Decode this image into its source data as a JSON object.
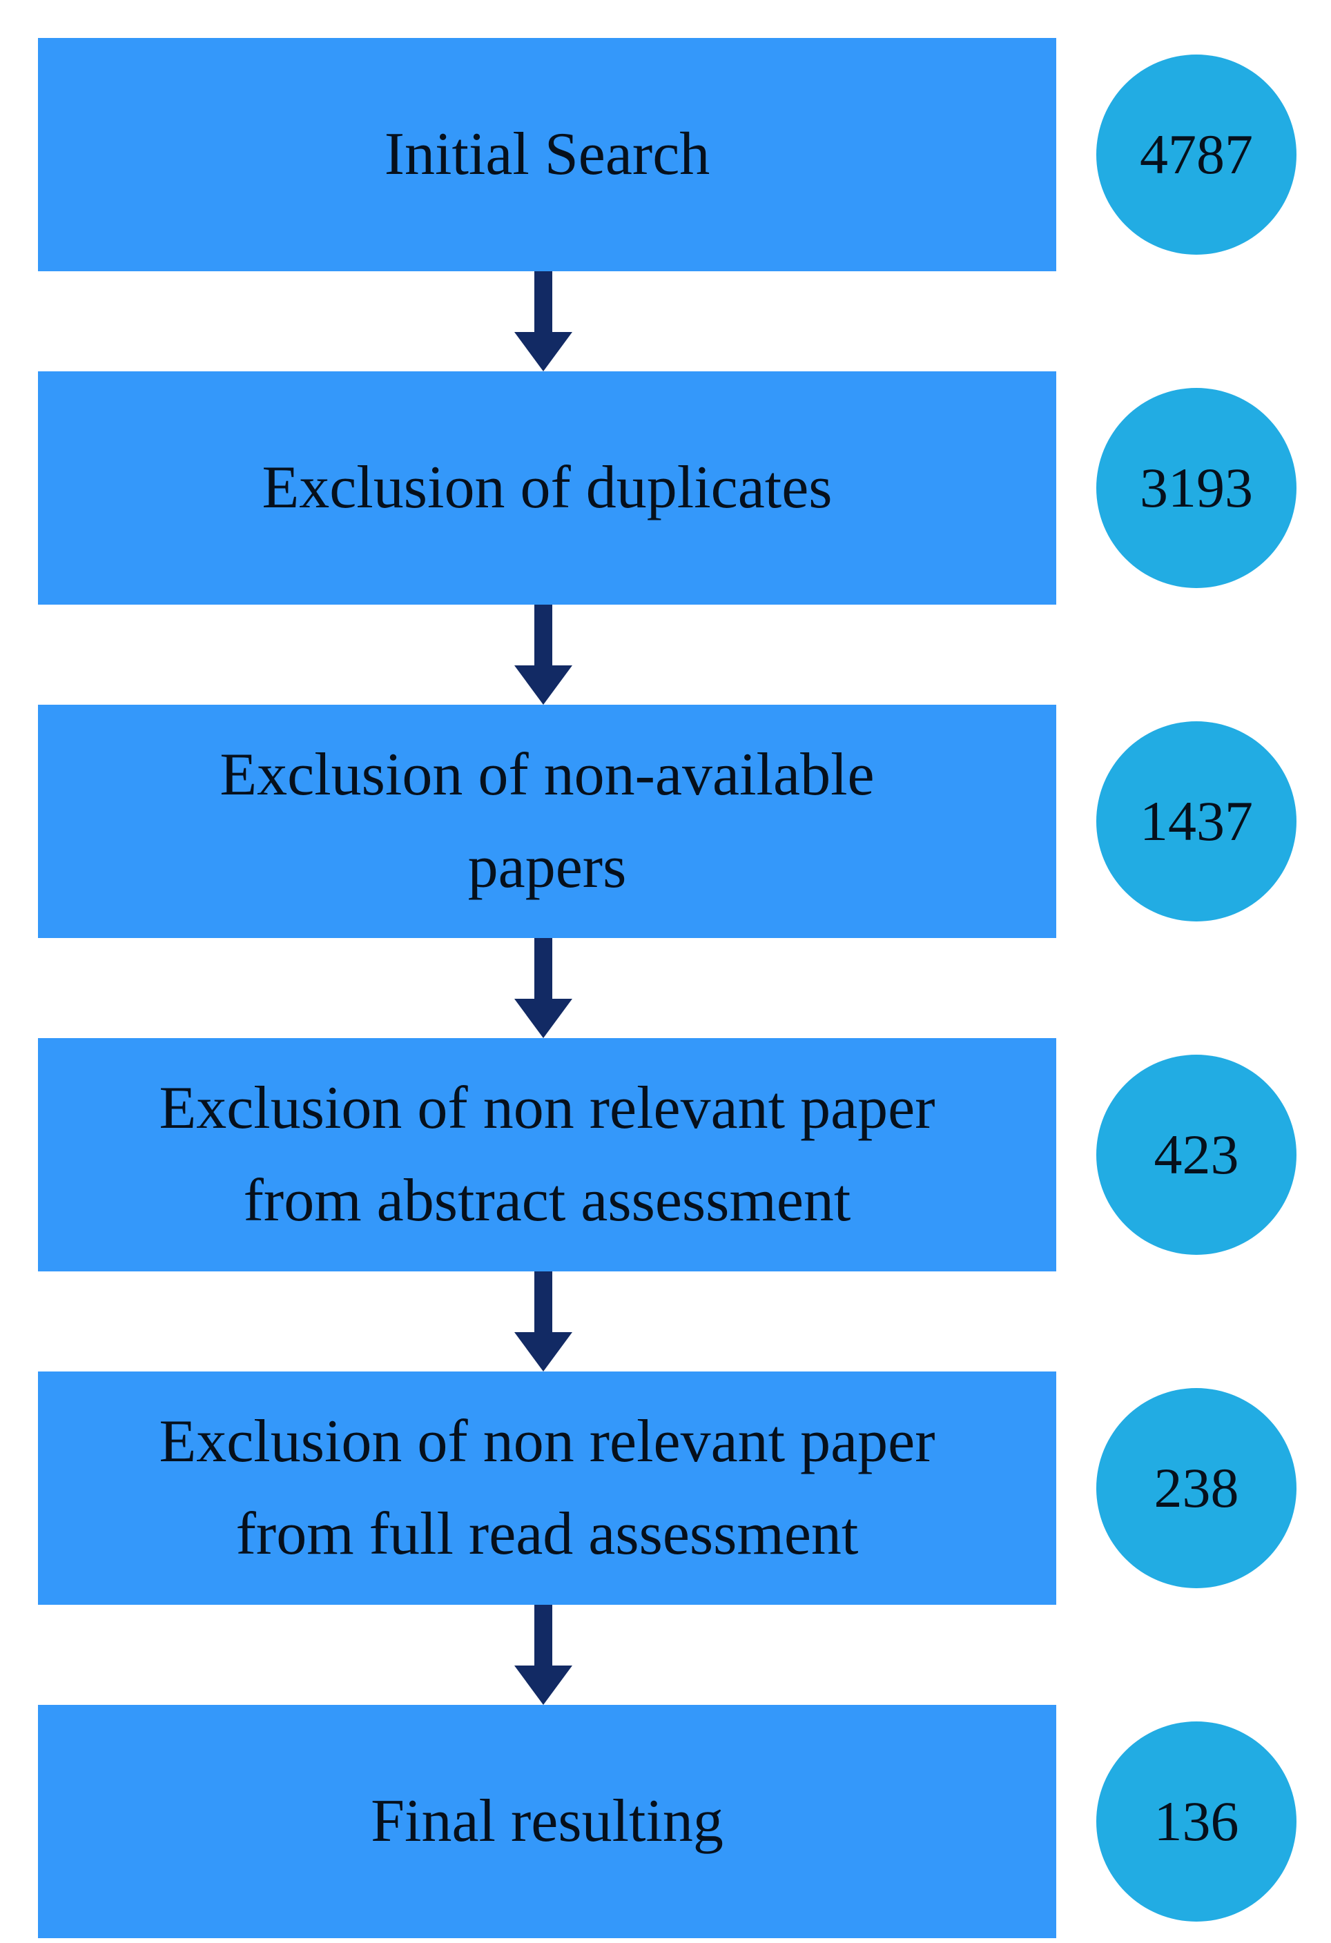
{
  "diagram": {
    "type": "flowchart",
    "direction": "top-down",
    "colors": {
      "step_box_fill": "#3498fa",
      "count_circle_fill": "#22ace3",
      "arrow": "#122a64",
      "text": "#06101c",
      "background": "#ffffff"
    },
    "steps": [
      {
        "label": "Initial Search",
        "lines": [
          "Initial Search"
        ],
        "count": "4787"
      },
      {
        "label": "Exclusion of duplicates",
        "lines": [
          "Exclusion of duplicates"
        ],
        "count": "3193"
      },
      {
        "label": "Exclusion of non-available papers",
        "lines": [
          "Exclusion of non-available",
          "papers"
        ],
        "count": "1437"
      },
      {
        "label": "Exclusion of non relevant paper from abstract assessment",
        "lines": [
          "Exclusion of non relevant paper",
          "from abstract assessment"
        ],
        "count": "423"
      },
      {
        "label": "Exclusion of non relevant paper from full read assessment",
        "lines": [
          "Exclusion of non relevant paper",
          "from full read assessment"
        ],
        "count": "238"
      },
      {
        "label": "Final resulting",
        "lines": [
          "Final resulting"
        ],
        "count": "136"
      }
    ]
  }
}
